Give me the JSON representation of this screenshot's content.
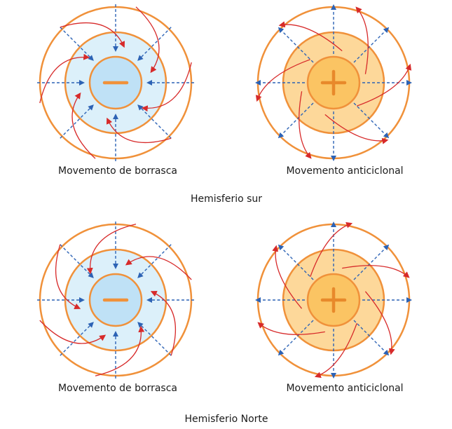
{
  "diagrams": [
    {
      "label": "Movemento de borrasca",
      "sign": "−",
      "type": "low",
      "hemisphere": "south"
    },
    {
      "label": "Movemento anticiclonal",
      "sign": "+",
      "type": "high",
      "hemisphere": "south"
    },
    {
      "label": "Movemento de borrasca",
      "sign": "−",
      "type": "low",
      "hemisphere": "north"
    },
    {
      "label": "Movemento anticiclonal",
      "sign": "+",
      "type": "high",
      "hemisphere": "north"
    }
  ],
  "hemispheres": {
    "south": "Hemisferio sur",
    "north": "Hemisferio Norte"
  },
  "colors": {
    "ring": "#f0913a",
    "low_fill": "#dcf0fa",
    "low_core": "#bfe1f6",
    "high_fill": "#fdd89a",
    "high_core": "#fbc463",
    "pressure_arrow": "#2d63b5",
    "wind_arrow": "#d72a2a",
    "sign_low": "#f0913a",
    "sign_high": "#e8892b"
  }
}
